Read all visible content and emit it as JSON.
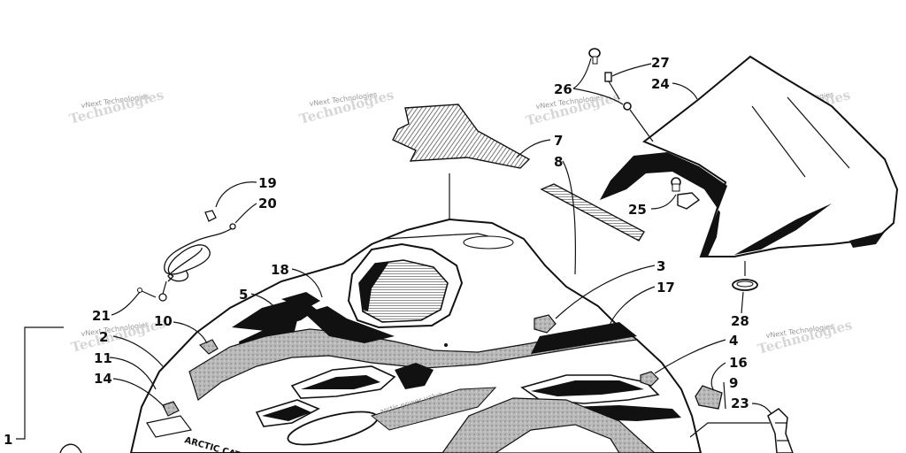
{
  "callouts": [
    {
      "id": "p1",
      "text": "1"
    },
    {
      "id": "p2",
      "text": "2"
    },
    {
      "id": "p3",
      "text": "3"
    },
    {
      "id": "p4",
      "text": "4"
    },
    {
      "id": "p5",
      "text": "5"
    },
    {
      "id": "p7",
      "text": "7"
    },
    {
      "id": "p8",
      "text": "8"
    },
    {
      "id": "p9",
      "text": "9"
    },
    {
      "id": "p10",
      "text": "10"
    },
    {
      "id": "p11",
      "text": "11"
    },
    {
      "id": "p14",
      "text": "14"
    },
    {
      "id": "p16",
      "text": "16"
    },
    {
      "id": "p17",
      "text": "17"
    },
    {
      "id": "p18",
      "text": "18"
    },
    {
      "id": "p19",
      "text": "19"
    },
    {
      "id": "p20",
      "text": "20"
    },
    {
      "id": "p21",
      "text": "21"
    },
    {
      "id": "p23",
      "text": "23"
    },
    {
      "id": "p24",
      "text": "24"
    },
    {
      "id": "p25",
      "text": "25"
    },
    {
      "id": "p26",
      "text": "26"
    },
    {
      "id": "p27",
      "text": "27"
    },
    {
      "id": "p28",
      "text": "28"
    }
  ],
  "watermark": {
    "small": "vNext Technologies",
    "large": "Technologies"
  },
  "decals": {
    "brand": "ARCTIC CAT",
    "script": "arctic power valve"
  },
  "colors": {
    "ink": "#111111",
    "paper": "#ffffff",
    "watermark": "#8a8a8a",
    "hatch": "#9a9a9a"
  }
}
